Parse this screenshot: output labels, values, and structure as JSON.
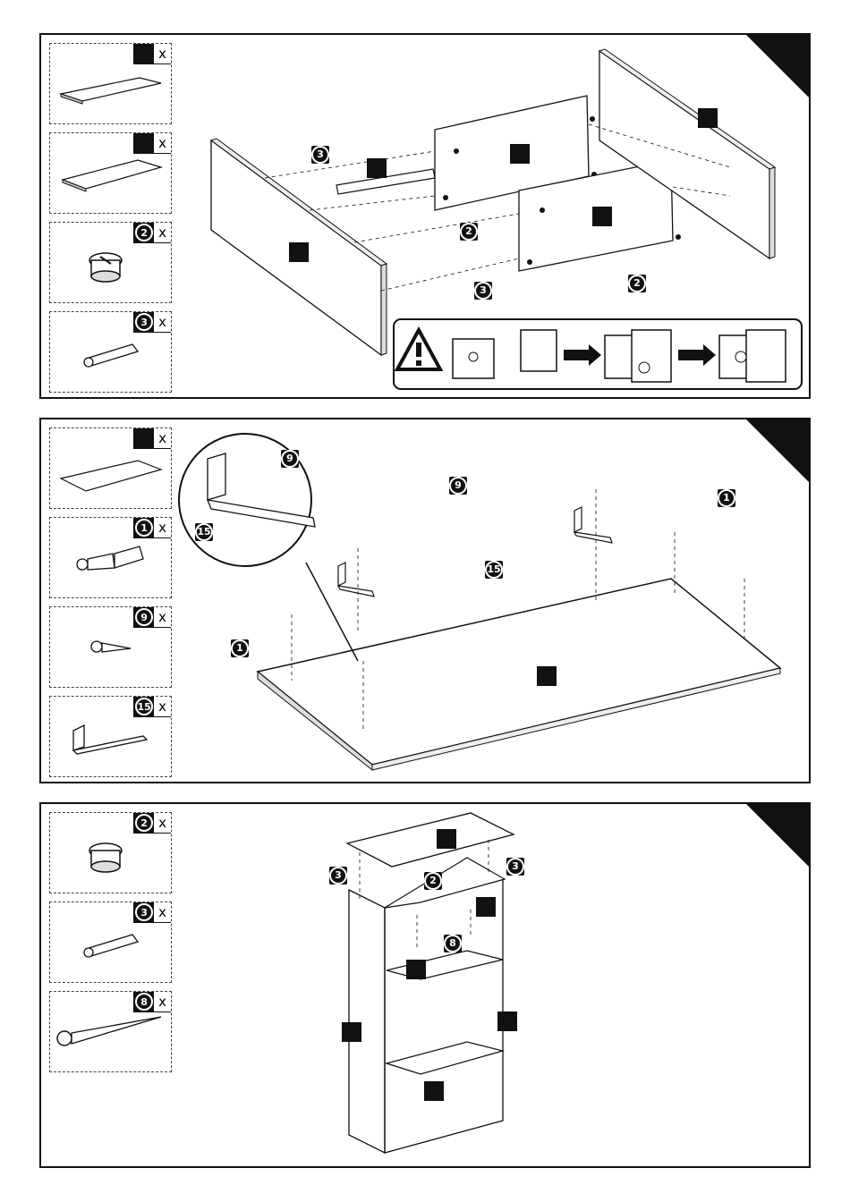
{
  "step1": {
    "parts": [
      {
        "qty_text": "x"
      },
      {
        "qty_text": "x"
      },
      {
        "qty_text": "x",
        "number": "2"
      },
      {
        "qty_text": "x",
        "number": "3"
      }
    ],
    "callouts": [
      "3",
      "2",
      "3",
      "2"
    ]
  },
  "step2": {
    "parts": [
      {
        "qty_text": "x"
      },
      {
        "qty_text": "x",
        "number": "1"
      },
      {
        "qty_text": "x",
        "number": "9"
      },
      {
        "qty_text": "x",
        "number": "15"
      }
    ],
    "callouts": [
      "9",
      "15",
      "9",
      "15",
      "1",
      "1"
    ]
  },
  "step3": {
    "parts": [
      {
        "qty_text": "x",
        "number": "2"
      },
      {
        "qty_text": "x",
        "number": "3"
      },
      {
        "qty_text": "x",
        "number": "8"
      }
    ],
    "callouts": [
      "3",
      "2",
      "3",
      "8"
    ]
  },
  "icons": {
    "warning": "warning-triangle-icon",
    "arrow": "right-arrow-icon"
  }
}
